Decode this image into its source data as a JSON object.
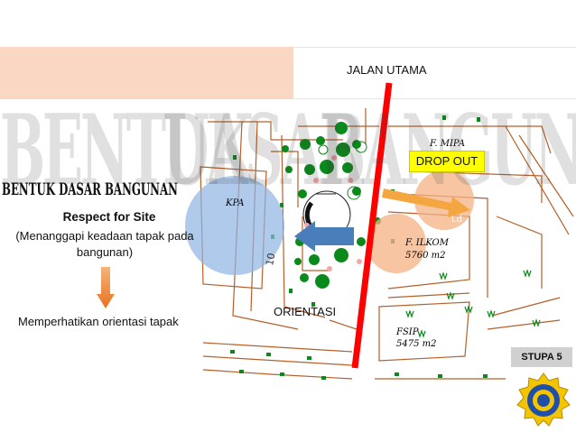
{
  "watermark": {
    "line1": "BENTUK",
    "line2": "DASAR",
    "line3": "BANGUNAN"
  },
  "road_label": "JALAN UTAMA",
  "drop_out": "DROP OUT",
  "heading": "BENTUK DASAR BANGUNAN",
  "respect": "Respect for Site",
  "menanggapi": "(Menanggapi keadaan tapak pada bangunan)",
  "memperhatikan": "Memperhatikan orientasi tapak",
  "orientasi": "ORIENTASI",
  "stupa": "STUPA 5",
  "map": {
    "kpa": "KPA",
    "ten": "10",
    "f_mipa": "F. MIPA",
    "f_ilkom": "F. ILKOM",
    "ilkom_area": "5760 m2",
    "fsip": "FSIP",
    "fsip_area": "5475 m2",
    "ld": "Ld"
  },
  "colors": {
    "band": "#f9d7c2",
    "road": "#ff0000",
    "drop_out_bg": "#ffff00",
    "blue_circle": "#8db3e2",
    "orange_circle": "#f4b183",
    "arrow_blue": "#4a7ebb",
    "arrow_orange": "#f4a640",
    "plan_lines": "#b5602a",
    "trees": "#0a8a1a"
  }
}
